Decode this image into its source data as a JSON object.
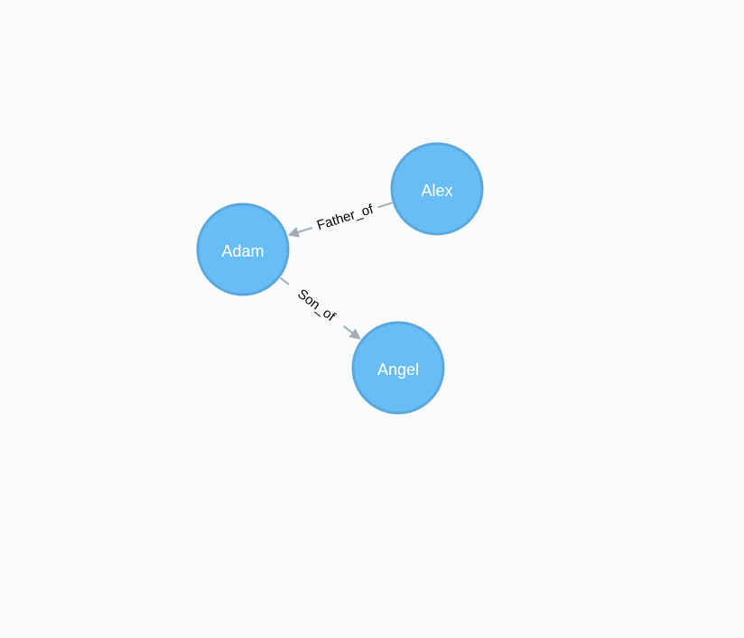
{
  "graph": {
    "colors": {
      "node_fill": "#68bdf6",
      "node_stroke": "#5ca8db",
      "node_label": "#ffffff",
      "edge": "#a5abb6",
      "edge_label": "#000000",
      "background": "#f9fbfd"
    },
    "nodes": [
      {
        "id": "adam",
        "label": "Adam"
      },
      {
        "id": "alex",
        "label": "Alex"
      },
      {
        "id": "angel",
        "label": "Angel"
      }
    ],
    "edges": [
      {
        "id": "father-of",
        "source": "alex",
        "target": "adam",
        "label": "Father_of"
      },
      {
        "id": "son-of",
        "source": "adam",
        "target": "angel",
        "label": "Son_of"
      }
    ]
  }
}
